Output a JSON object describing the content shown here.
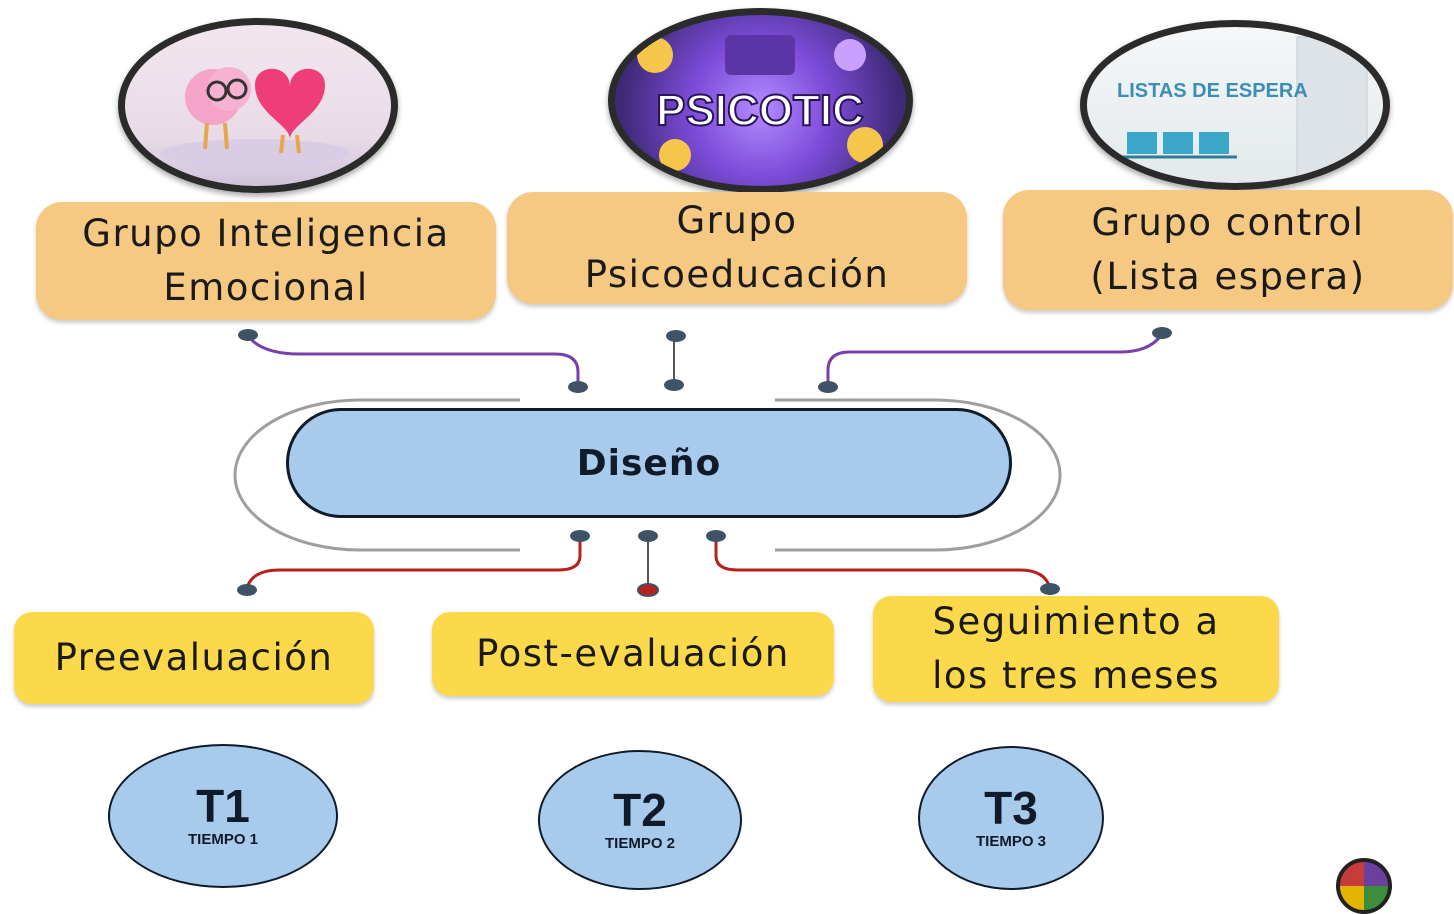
{
  "groups": [
    {
      "line1": "Grupo Inteligencia",
      "line2": "Emocional",
      "image": "pink-heart-and-brain-icon"
    },
    {
      "line1": "Grupo",
      "line2": "Psicoeducación",
      "image": "psicotic-poster-icon",
      "image_text": "PSICOTIC"
    },
    {
      "line1": "Grupo control",
      "line2": "(Lista espera)",
      "image": "waiting-room-icon",
      "image_text": "LISTAS DE ESPERA"
    }
  ],
  "center": {
    "label": "Diseño"
  },
  "phases": [
    {
      "line1": "Preevaluación"
    },
    {
      "line1": "Post-evaluación"
    },
    {
      "line1": "Seguimiento a",
      "line2": "los tres meses"
    }
  ],
  "times": [
    {
      "code": "T1",
      "label": "TIEMPO 1"
    },
    {
      "code": "T2",
      "label": "TIEMPO 2"
    },
    {
      "code": "T3",
      "label": "TIEMPO 3"
    }
  ],
  "colors": {
    "group_box": "#f6c983",
    "phase_box": "#fcd94b",
    "center_fill": "#a9cbeb",
    "connector_top": "#7a3fa8",
    "connector_bottom": "#b81f1f",
    "node_dot": "#3f5366"
  }
}
